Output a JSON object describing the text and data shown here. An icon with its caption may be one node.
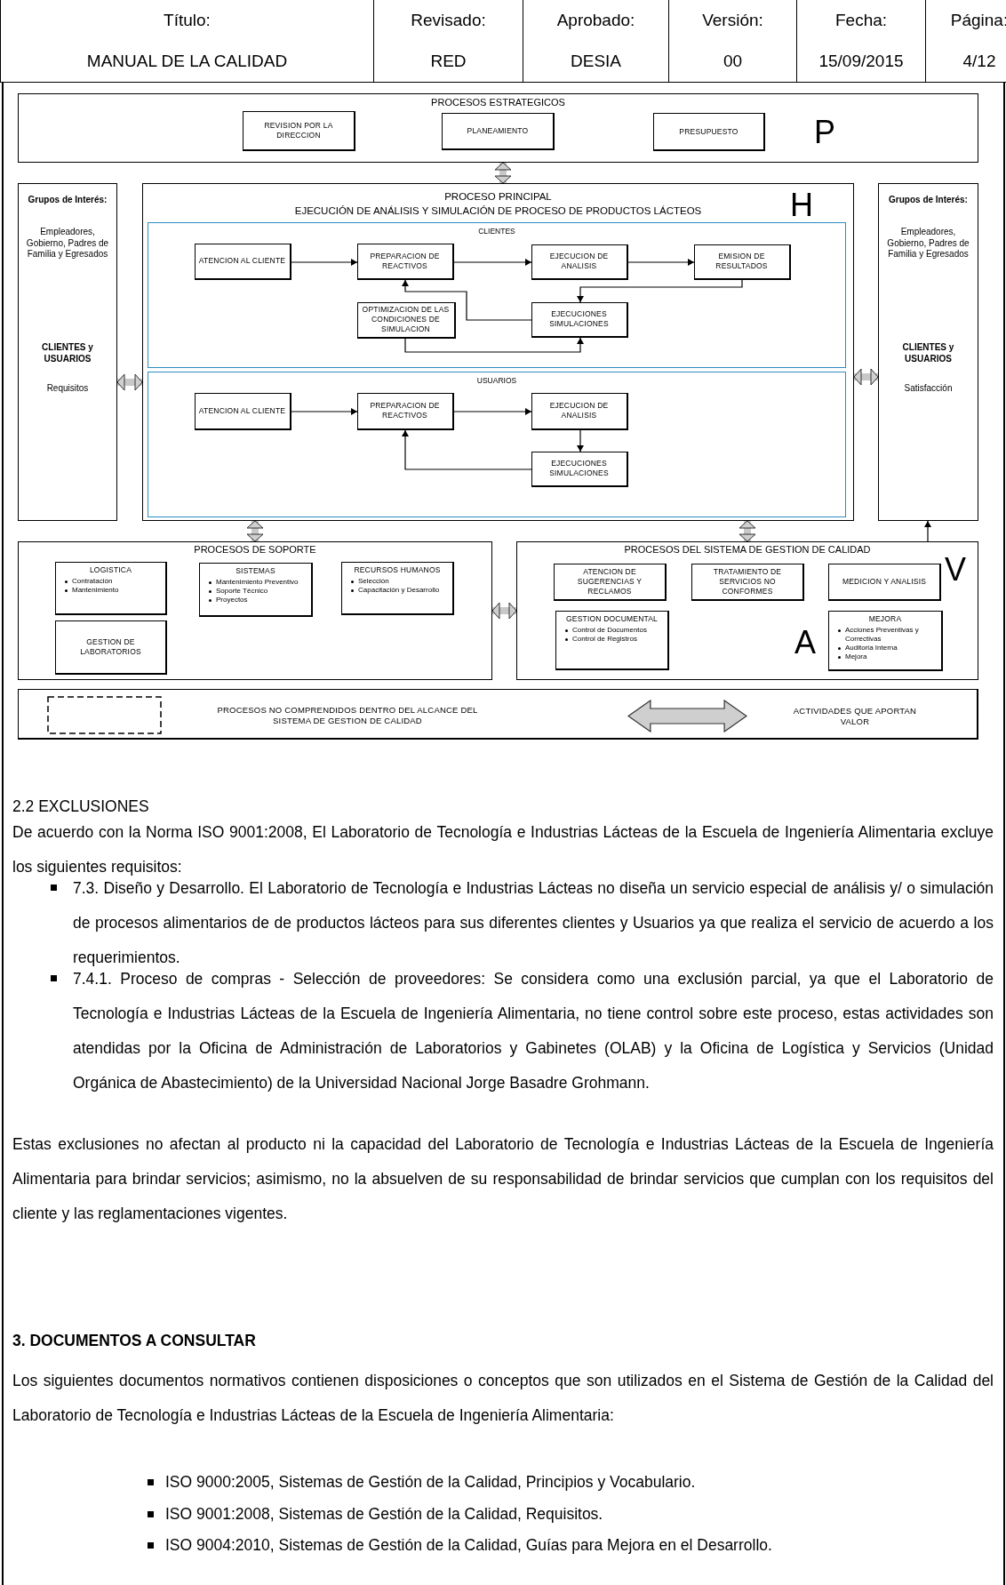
{
  "diagram": {
    "nodes": [
      {
        "text": [
          "PROCESOS ESTRATEGICOS",
          "P"
        ]
      },
      {
        "text": [
          "REVISION POR LA DIRECCION"
        ],
        "in": 0
      },
      {
        "text": [
          "PLANEAMIENTO"
        ],
        "in": 0
      },
      {
        "text": [
          "PRESUPUESTO"
        ],
        "in": 0
      },
      {
        "text": [
          "Grupos de Interés:",
          "Empleadores, Gobierno, Padres de Familia y Egresados",
          "CLIENTES y USUARIOS",
          "Requisitos"
        ]
      },
      {
        "text": [
          "PROCESO PRINCIPAL",
          "EJECUCIÓN DE ANÁLISIS Y SIMULACIÓN DE PROCESO DE PRODUCTOS LÁCTEOS",
          "H"
        ]
      },
      {
        "text": [
          "CLIENTES"
        ],
        "in": 5
      },
      {
        "text": [
          "ATENCION AL CLIENTE"
        ],
        "in": 6
      },
      {
        "text": [
          "PREPARACION DE REACTIVOS"
        ],
        "in": 6
      },
      {
        "text": [
          "EJECUCION DE ANALISIS"
        ],
        "in": 6
      },
      {
        "text": [
          "EMISION DE RESULTADOS"
        ],
        "in": 6
      },
      {
        "text": [
          "OPTIMIZACION DE LAS CONDICIONES DE SIMULACION"
        ],
        "in": 6
      },
      {
        "text": [
          "EJECUCIONES SIMULACIONES"
        ],
        "in": 6
      },
      {
        "text": [
          "USUARIOS"
        ],
        "in": 5
      },
      {
        "text": [
          "ATENCION AL CLIENTE"
        ],
        "in": 13
      },
      {
        "text": [
          "PREPARACION DE REACTIVOS"
        ],
        "in": 13
      },
      {
        "text": [
          "EJECUCION DE ANALISIS"
        ],
        "in": 13
      },
      {
        "text": [
          "EJECUCIONES SIMULACIONES"
        ],
        "in": 13
      },
      {
        "text": [
          "Grupos de Interés:",
          "Empleadores, Gobierno, Padres de Familia y Egresados",
          "CLIENTES y USUARIOS",
          "Satisfacción"
        ]
      },
      {
        "text": [
          "PROCESOS DE SOPORTE"
        ]
      },
      {
        "text": [
          "LOGISTICA",
          "Contratación",
          "Mantenimiento"
        ],
        "in": 19
      },
      {
        "text": [
          "SISTEMAS",
          "Mantenimiento Preventivo",
          "Soporte Técnico",
          "Proyectos"
        ],
        "in": 19
      },
      {
        "text": [
          "RECURSOS HUMANOS",
          "Selección",
          "Capacitación y Desarrollo"
        ],
        "in": 19
      },
      {
        "text": [
          "GESTION DE LABORATORIOS"
        ],
        "in": 19
      },
      {
        "text": [
          "PROCESOS DEL SISTEMA DE GESTION DE CALIDAD",
          "V",
          "A"
        ]
      },
      {
        "text": [
          "ATENCION DE SUGERENCIAS Y RECLAMOS"
        ],
        "in": 24
      },
      {
        "text": [
          "TRATAMIENTO DE SERVICIOS NO CONFORMES"
        ],
        "in": 24
      },
      {
        "text": [
          "MEDICION Y ANALISIS"
        ],
        "in": 24
      },
      {
        "text": [
          "GESTION DOCUMENTAL",
          "Control de Documentos",
          "Control de Registros"
        ],
        "in": 24
      },
      {
        "text": [
          "MEJORA",
          "Acciones Preventivas y Correctivas",
          "Auditoria Interna",
          "Mejora"
        ],
        "in": 24
      }
    ],
    "edges": [
      {
        "from": 0,
        "to": 5,
        "arrow": "both",
        "style": "thick",
        "color": "#c8c8c8"
      },
      {
        "from": 4,
        "to": 5,
        "arrow": "both",
        "style": "thick",
        "color": "#c8c8c8"
      },
      {
        "from": 5,
        "to": 18,
        "arrow": "both",
        "style": "thick",
        "color": "#c8c8c8"
      },
      {
        "from": 7,
        "to": 8,
        "arrow": "to"
      },
      {
        "from": 8,
        "to": 9,
        "arrow": "to"
      },
      {
        "from": 9,
        "to": 10,
        "arrow": "to"
      },
      {
        "from": 10,
        "to": 12,
        "arrow": "to"
      },
      {
        "from": 12,
        "to": 8,
        "arrow": "to"
      },
      {
        "from": 11,
        "to": 12,
        "arrow": "to"
      },
      {
        "from": 14,
        "to": 15,
        "arrow": "to"
      },
      {
        "from": 15,
        "to": 16,
        "arrow": "to"
      },
      {
        "from": 16,
        "to": 17,
        "arrow": "to"
      },
      {
        "from": 17,
        "to": 15,
        "arrow": "to"
      },
      {
        "from": 5,
        "to": 19,
        "arrow": "both",
        "style": "thick",
        "color": "#c8c8c8"
      },
      {
        "from": 5,
        "to": 24,
        "arrow": "both",
        "style": "thick",
        "color": "#c8c8c8"
      },
      {
        "from": 19,
        "to": 24,
        "arrow": "both",
        "style": "thick",
        "color": "#c8c8c8"
      },
      {
        "from": 24,
        "to": 18,
        "arrow": "to"
      }
    ],
    "labels": [
      "Título:",
      "Revisado:",
      "Aprobado:",
      "Versión:",
      "Fecha:",
      "Página:",
      "MANUAL DE LA CALIDAD",
      "RED",
      "DESIA",
      "00",
      "15/09/2015",
      "4/12",
      "2.2 EXCLUSIONES",
      "De acuerdo con la Norma ISO 9001:2008, El Laboratorio de Tecnología e Industrias Lácteas de la Escuela de Ingeniería Alimentaria excluye los siguientes requisitos:",
      "7.3. Diseño y Desarrollo. El Laboratorio de Tecnología e Industrias Lácteas no diseña un servicio especial de análisis y/ o simulación de procesos alimentarios de de productos lácteos para sus diferentes clientes y Usuarios ya que realiza el servicio de acuerdo a los requerimientos.",
      "7.4.1. Proceso de compras - Selección de proveedores: Se considera como una exclusión parcial, ya que el Laboratorio de Tecnología e Industrias Lácteas de la Escuela de Ingeniería Alimentaria, no tiene control sobre este proceso, estas actividades son atendidas por la Oficina de Administración de Laboratorios y Gabinetes (OLAB) y la Oficina de Logística y Servicios (Unidad Orgánica de Abastecimiento) de la Universidad Nacional Jorge Basadre Grohmann.",
      "Estas exclusiones no afectan al producto ni la capacidad del Laboratorio de Tecnología e Industrias Lácteas de la Escuela de Ingeniería Alimentaria para brindar servicios; asimismo, no la absuelven de su responsabilidad de brindar servicios que cumplan con los requisitos del cliente y las reglamentaciones vigentes.",
      "3. DOCUMENTOS A CONSULTAR",
      "Los siguientes documentos normativos contienen disposiciones o conceptos que son utilizados en el Sistema de Gestión de la Calidad del Laboratorio de Tecnología e Industrias Lácteas de la Escuela de Ingeniería Alimentaria:",
      "ISO 9000:2005, Sistemas de Gestión de la Calidad, Principios y Vocabulario.",
      "ISO 9001:2008, Sistemas de Gestión de la Calidad, Requisitos.",
      "ISO 9004:2010, Sistemas de Gestión de la Calidad, Guías para Mejora en el Desarrollo."
    ],
    "legend": [
      {
        "text": "PROCESOS NO COMPRENDIDOS DENTRO DEL ALCANCE DEL SISTEMA DE GESTION DE CALIDAD"
      },
      {
        "text": "ACTIVIDADES QUE APORTAN VALOR"
      }
    ]
  }
}
